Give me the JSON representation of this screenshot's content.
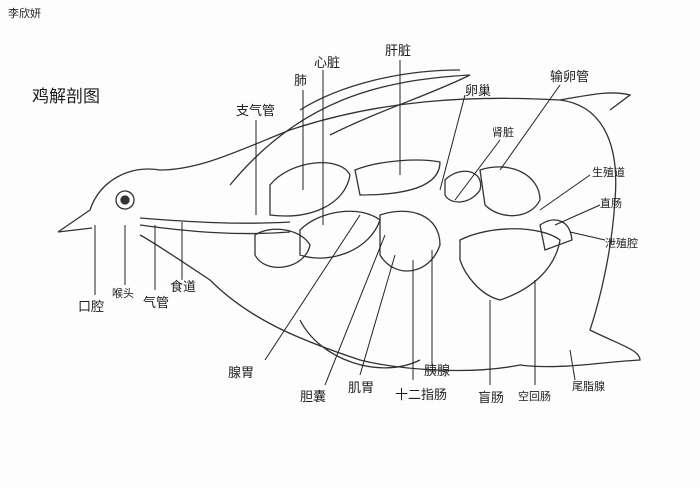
{
  "signature": "李欣妍",
  "title": "鸡解剖图",
  "labels": {
    "mouth": "口腔",
    "larynx": "喉头",
    "trachea": "气管",
    "esophagus": "食道",
    "bronchus": "支气管",
    "lung": "肺",
    "heart": "心脏",
    "liver": "肝脏",
    "ovary": "卵巢",
    "oviduct": "输卵管",
    "kidney": "肾脏",
    "reproductive_tract": "生殖道",
    "rectum": "直肠",
    "cloaca": "泄殖腔",
    "proventriculus": "腺胃",
    "gallbladder": "胆囊",
    "gizzard": "肌胃",
    "duodenum": "十二指肠",
    "pancreas": "胰腺",
    "cecum": "盲肠",
    "jejunum_ileum": "空回肠",
    "uropygial_gland": "尾脂腺"
  }
}
